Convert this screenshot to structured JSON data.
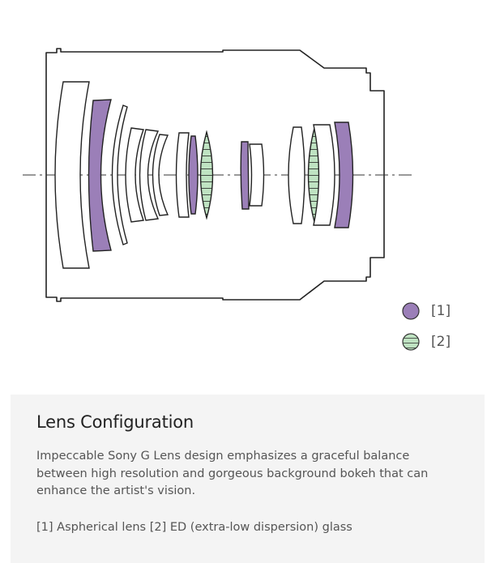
{
  "diagram": {
    "legend": [
      {
        "key": "aspherical",
        "label": "[1]",
        "color": "#9b7fb8"
      },
      {
        "key": "ed",
        "label": "[2]",
        "color": "#bfe3c2"
      }
    ]
  },
  "info": {
    "title": "Lens Configuration",
    "description": "Impeccable Sony G Lens design emphasizes a graceful balance between high resolution and gorgeous background bokeh that can enhance the artist's vision.",
    "note": "[1] Aspherical lens [2] ED (extra-low dispersion) glass"
  }
}
